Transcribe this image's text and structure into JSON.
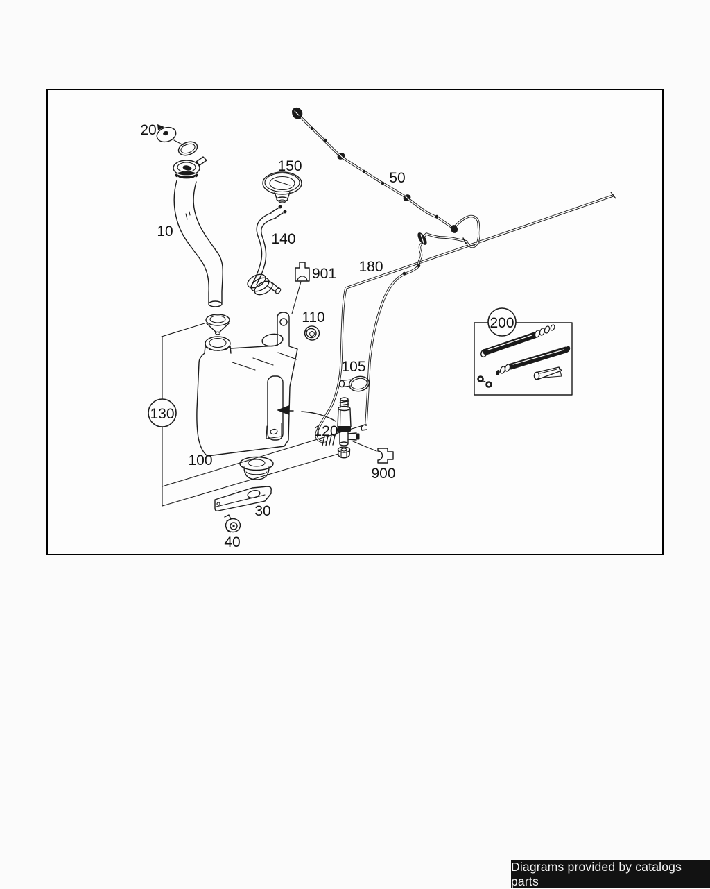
{
  "diagram": {
    "callouts": {
      "c10": "10",
      "c20": "20",
      "c30": "30",
      "c40": "40",
      "c50": "50",
      "c100": "100",
      "c105": "105",
      "c110": "110",
      "c120": "120",
      "c130": "130",
      "c140": "140",
      "c150": "150",
      "c180": "180",
      "c200": "200",
      "c900": "900",
      "c901": "901"
    },
    "line_color": "#1a1a1a",
    "frame_border_color": "#000000"
  },
  "footer": {
    "text": "Diagrams provided by catalogs parts",
    "background": "#121212",
    "color": "#f5f5f5"
  }
}
